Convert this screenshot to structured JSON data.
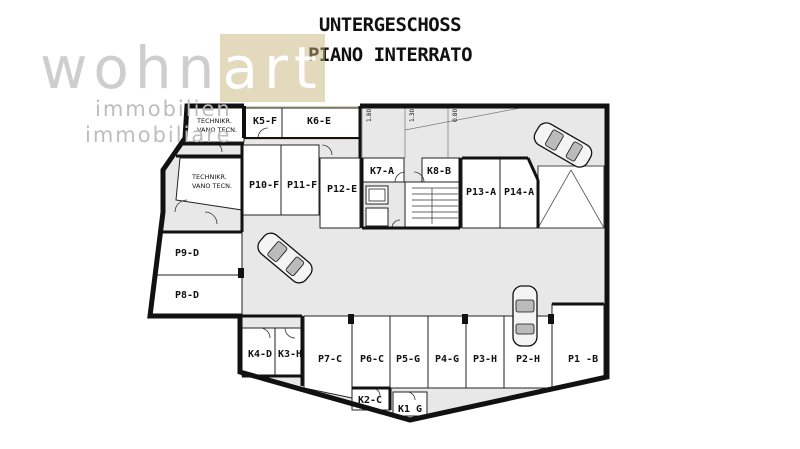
{
  "header": {
    "title_line1": "UNTERGESCHOSS",
    "title_line2": "PIANO INTERRATO"
  },
  "watermark": {
    "word_start": "wohn",
    "word_highlight": "art",
    "line1": "immobilien",
    "line2": "immobiliare"
  },
  "colors": {
    "wall": "#111111",
    "floor": "#e6e6e6",
    "room": "#ffffff",
    "highlight": "#c6b47a"
  },
  "rooms": {
    "k5f": "K5-F",
    "k6e": "K6-E",
    "tech1a": "TECHNIKR.",
    "tech1b": "VANO TECN.",
    "tech2a": "TECHNIKR.",
    "tech2b": "VANO TECN.",
    "p10f": "P10-F",
    "p11f": "P11-F",
    "p12e": "P12-E",
    "k7a": "K7-A",
    "k8b": "K8-B",
    "p13a": "P13-A",
    "p14a": "P14-A",
    "p9d": "P9-D",
    "p8d": "P8-D",
    "k4d": "K4-D",
    "k3h": "K3-H",
    "p7c": "P7-C",
    "p6c": "P6-C",
    "p5g": "P5-G",
    "p4g": "P4-G",
    "p3h": "P3-H",
    "p2h": "P2-H",
    "p1b": "P1 -B",
    "k2c": "K2-C",
    "k1g": "K1 G"
  },
  "dimensions": {
    "d1": "1.80",
    "d2": "1.30",
    "d3": "0.80"
  }
}
